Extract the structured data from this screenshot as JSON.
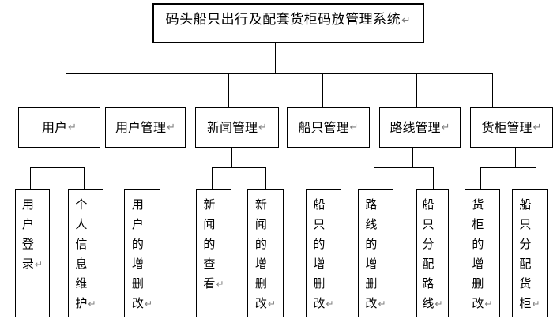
{
  "diagram": {
    "type": "tree",
    "paragraph_mark": "↵",
    "colors": {
      "line": "#000000",
      "border": "#000000",
      "text": "#000000",
      "paragraph_mark": "#808080",
      "background": "#ffffff"
    },
    "root": {
      "label": "码头船只出行及配套货柜码放管理系统",
      "children": [
        {
          "label": "用户",
          "children": [
            {
              "label": "用户登录"
            },
            {
              "label": "个人信息维护"
            }
          ]
        },
        {
          "label": "用户管理",
          "children": [
            {
              "label": "用户的增删改"
            }
          ]
        },
        {
          "label": "新闻管理",
          "children": [
            {
              "label": "新闻的查看"
            },
            {
              "label": "新闻的增删改"
            }
          ]
        },
        {
          "label": "船只管理",
          "children": [
            {
              "label": "船只的增删改"
            }
          ]
        },
        {
          "label": "路线管理",
          "children": [
            {
              "label": "路线的增删改"
            },
            {
              "label": "船只分配路线"
            }
          ]
        },
        {
          "label": "货柜管理",
          "children": [
            {
              "label": "货柜的增删改"
            },
            {
              "label": "船只分配货柜"
            }
          ]
        }
      ]
    }
  }
}
